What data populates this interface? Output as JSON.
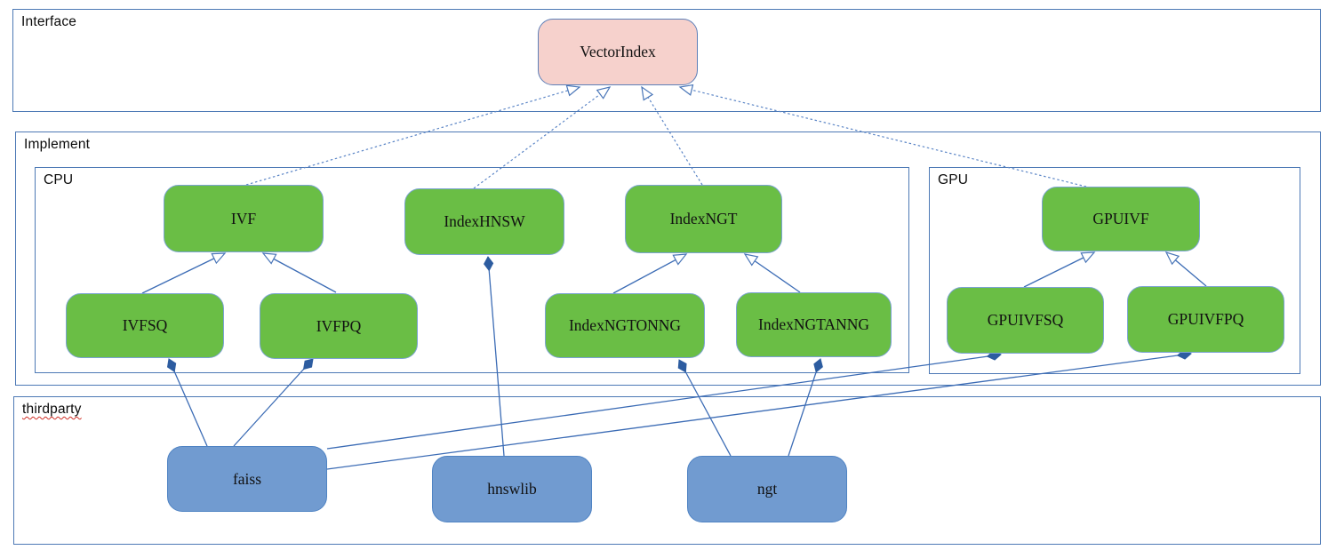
{
  "diagram_type": "uml-class-architecture",
  "sections": {
    "interface": {
      "label": "Interface"
    },
    "implement": {
      "label": "Implement"
    },
    "cpu": {
      "label": "CPU"
    },
    "gpu": {
      "label": "GPU"
    },
    "thirdparty": {
      "label": "thirdparty",
      "spellcheck_underline": true
    }
  },
  "nodes": {
    "vectorindex": {
      "label": "VectorIndex",
      "kind": "interface",
      "section": "interface"
    },
    "ivf": {
      "label": "IVF",
      "kind": "class",
      "section": "cpu"
    },
    "indexhnsw": {
      "label": "IndexHNSW",
      "kind": "class",
      "section": "cpu"
    },
    "indexngt": {
      "label": "IndexNGT",
      "kind": "class",
      "section": "cpu"
    },
    "ivfsq": {
      "label": "IVFSQ",
      "kind": "class",
      "section": "cpu"
    },
    "ivfpq": {
      "label": "IVFPQ",
      "kind": "class",
      "section": "cpu"
    },
    "indexngtonng": {
      "label": "IndexNGTONNG",
      "kind": "class",
      "section": "cpu"
    },
    "indexngtanng": {
      "label": "IndexNGTANNG",
      "kind": "class",
      "section": "cpu"
    },
    "gpuivf": {
      "label": "GPUIVF",
      "kind": "class",
      "section": "gpu"
    },
    "gpuivfsq": {
      "label": "GPUIVFSQ",
      "kind": "class",
      "section": "gpu"
    },
    "gpuivfpq": {
      "label": "GPUIVFPQ",
      "kind": "class",
      "section": "gpu"
    },
    "faiss": {
      "label": "faiss",
      "kind": "library",
      "section": "thirdparty"
    },
    "hnswlib": {
      "label": "hnswlib",
      "kind": "library",
      "section": "thirdparty"
    },
    "ngt": {
      "label": "ngt",
      "kind": "library",
      "section": "thirdparty"
    }
  },
  "edges": [
    {
      "from": "IVF",
      "to": "VectorIndex",
      "type": "realization",
      "style": "dashed-open-triangle"
    },
    {
      "from": "IndexHNSW",
      "to": "VectorIndex",
      "type": "realization",
      "style": "dashed-open-triangle"
    },
    {
      "from": "IndexNGT",
      "to": "VectorIndex",
      "type": "realization",
      "style": "dashed-open-triangle"
    },
    {
      "from": "GPUIVF",
      "to": "VectorIndex",
      "type": "realization",
      "style": "dashed-open-triangle"
    },
    {
      "from": "IVFSQ",
      "to": "IVF",
      "type": "generalization",
      "style": "solid-open-triangle"
    },
    {
      "from": "IVFPQ",
      "to": "IVF",
      "type": "generalization",
      "style": "solid-open-triangle"
    },
    {
      "from": "IndexNGTONNG",
      "to": "IndexNGT",
      "type": "generalization",
      "style": "solid-open-triangle"
    },
    {
      "from": "IndexNGTANNG",
      "to": "IndexNGT",
      "type": "generalization",
      "style": "solid-open-triangle"
    },
    {
      "from": "GPUIVFSQ",
      "to": "GPUIVF",
      "type": "generalization",
      "style": "solid-open-triangle"
    },
    {
      "from": "GPUIVFPQ",
      "to": "GPUIVF",
      "type": "generalization",
      "style": "solid-open-triangle"
    },
    {
      "from": "faiss",
      "to": "IVFSQ",
      "type": "composition",
      "style": "solid-filled-diamond"
    },
    {
      "from": "faiss",
      "to": "IVFPQ",
      "type": "composition",
      "style": "solid-filled-diamond"
    },
    {
      "from": "faiss",
      "to": "GPUIVFSQ",
      "type": "composition",
      "style": "solid-filled-diamond"
    },
    {
      "from": "faiss",
      "to": "GPUIVFPQ",
      "type": "composition",
      "style": "solid-filled-diamond"
    },
    {
      "from": "hnswlib",
      "to": "IndexHNSW",
      "type": "composition",
      "style": "solid-filled-diamond"
    },
    {
      "from": "ngt",
      "to": "IndexNGTONNG",
      "type": "composition",
      "style": "solid-filled-diamond"
    },
    {
      "from": "ngt",
      "to": "IndexNGTANNG",
      "type": "composition",
      "style": "solid-filled-diamond"
    }
  ],
  "colors": {
    "class_fill_green": "#6abe45",
    "interface_fill_pink": "#f6d1cc",
    "library_fill_blue": "#719bd0",
    "container_border": "#4d79b5",
    "edge_solid": "#3c6cb5",
    "edge_dashed": "#5b85c6",
    "diamond_fill": "#2d5ca0",
    "spellcheck_red": "#cf2e24"
  }
}
